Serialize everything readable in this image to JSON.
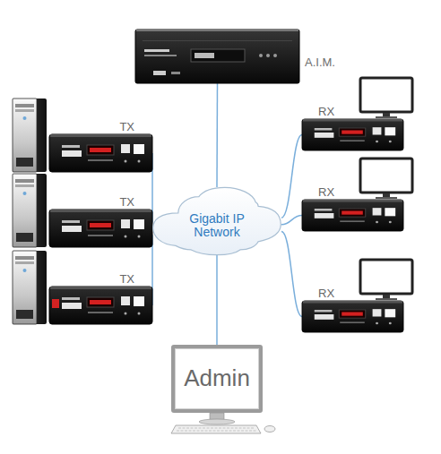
{
  "diagram": {
    "nodes": [
      {
        "text": [
          "A.I.M."
        ]
      },
      {
        "text": [
          "TX"
        ]
      },
      {
        "text": [
          "RX"
        ]
      },
      {
        "text": [
          "TX"
        ]
      },
      {
        "text": [
          "Gigabit IP Network"
        ]
      },
      {
        "text": [
          "RX"
        ]
      },
      {
        "text": [
          "TX"
        ]
      },
      {
        "text": [
          "RX"
        ]
      },
      {
        "text": [
          "Admin"
        ]
      }
    ],
    "edges": [
      {
        "from": 0,
        "to": 4,
        "arrow": "none"
      },
      {
        "from": 1,
        "to": 4,
        "arrow": "none"
      },
      {
        "from": 2,
        "to": 4,
        "arrow": "none"
      },
      {
        "from": 3,
        "to": 4,
        "arrow": "none"
      },
      {
        "from": 5,
        "to": 4,
        "arrow": "none"
      },
      {
        "from": 6,
        "to": 4,
        "arrow": "none"
      },
      {
        "from": 7,
        "to": 4,
        "arrow": "none"
      },
      {
        "from": 8,
        "to": 4,
        "arrow": "none"
      }
    ]
  }
}
